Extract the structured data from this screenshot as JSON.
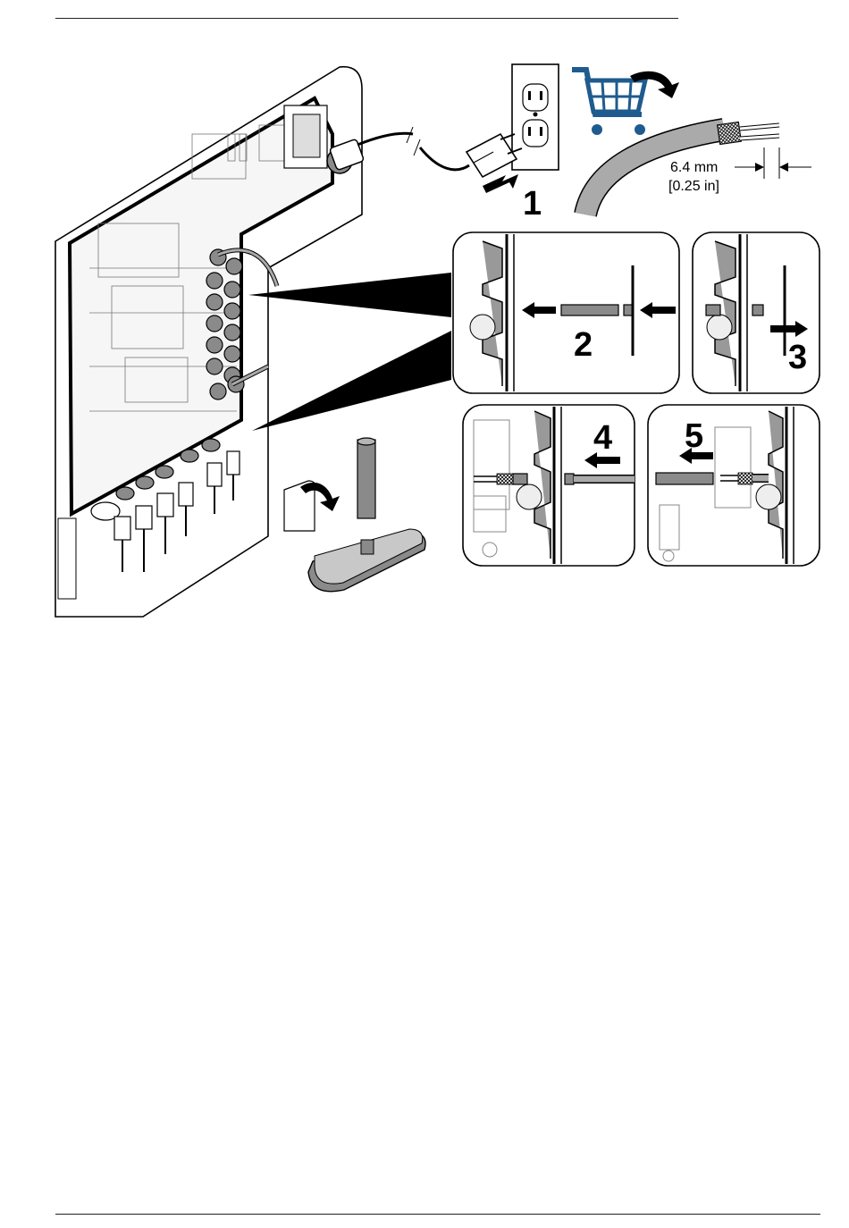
{
  "figure": {
    "steps": [
      "1",
      "2",
      "3",
      "4",
      "5"
    ],
    "measurement": {
      "metric": "6.4 mm",
      "imperial": "[0.25 in]"
    },
    "icons": {
      "cart": "shopping-cart-icon",
      "outlet": "wall-outlet-icon",
      "plug": "power-plug-icon"
    },
    "colors": {
      "cart_blue": "#1f5b8e",
      "line": "#000000",
      "gray_fill": "#8a8a8a",
      "light_gray": "#e8e8e8"
    }
  }
}
